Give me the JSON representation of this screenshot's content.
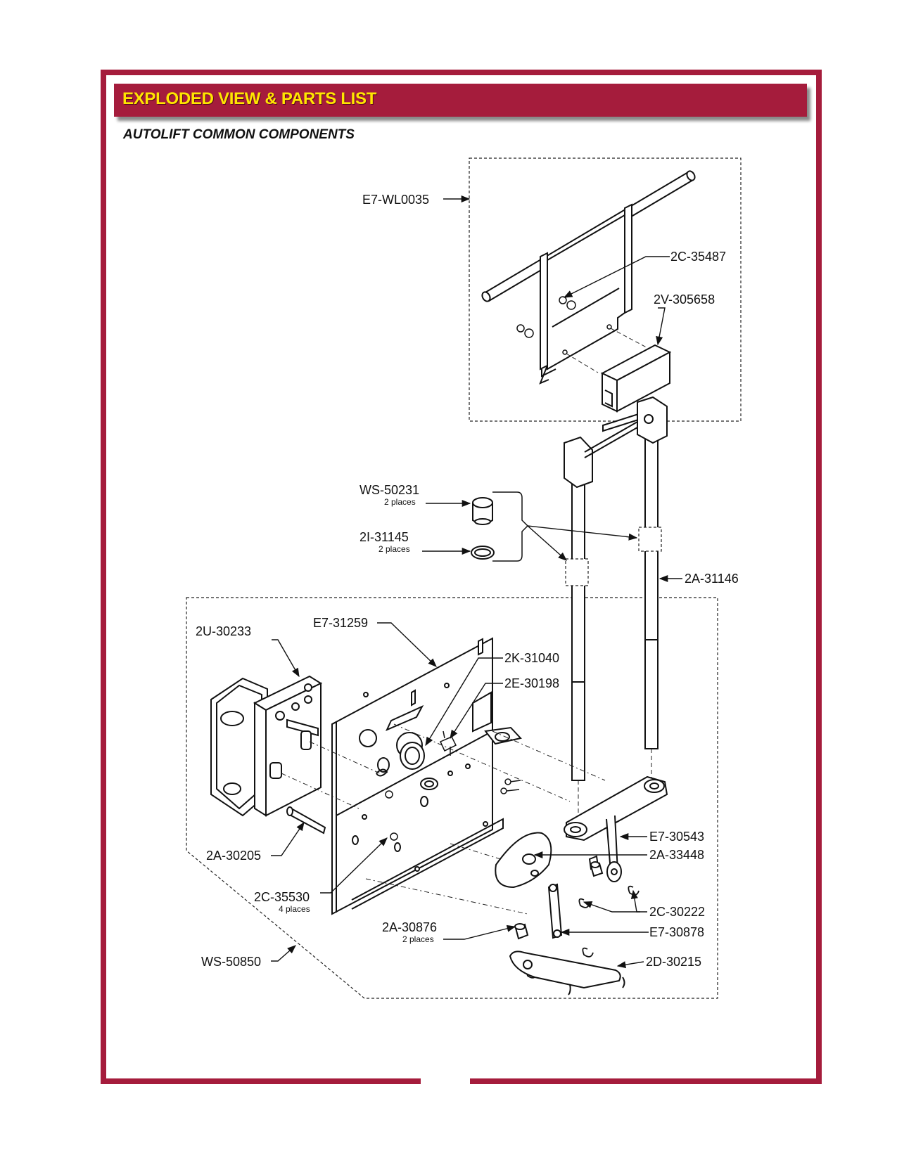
{
  "header": {
    "title": "EXPLODED VIEW & PARTS LIST",
    "section": "AUTOLIFT COMMON COMPONENTS"
  },
  "colors": {
    "accent": "#a51c3c",
    "title_text": "#ffe600"
  },
  "parts": {
    "e7_wl0035": "E7-WL0035",
    "c35487": "2C-35487",
    "v305658": "2V-305658",
    "ws50231": "WS-50231",
    "ws50231_note": "2 places",
    "i31145": "2I-31145",
    "i31145_note": "2 places",
    "a31146": "2A-31146",
    "e7_31259": "E7-31259",
    "u30233": "2U-30233",
    "k31040": "2K-31040",
    "e30198": "2E-30198",
    "e7_30543": "E7-30543",
    "a33448": "2A-33448",
    "a30205": "2A-30205",
    "c35530": "2C-35530",
    "c35530_note": "4 places",
    "c30222": "2C-30222",
    "a30876": "2A-30876",
    "a30876_note": "2 places",
    "e7_30878": "E7-30878",
    "ws50850": "WS-50850",
    "d30215": "2D-30215"
  }
}
